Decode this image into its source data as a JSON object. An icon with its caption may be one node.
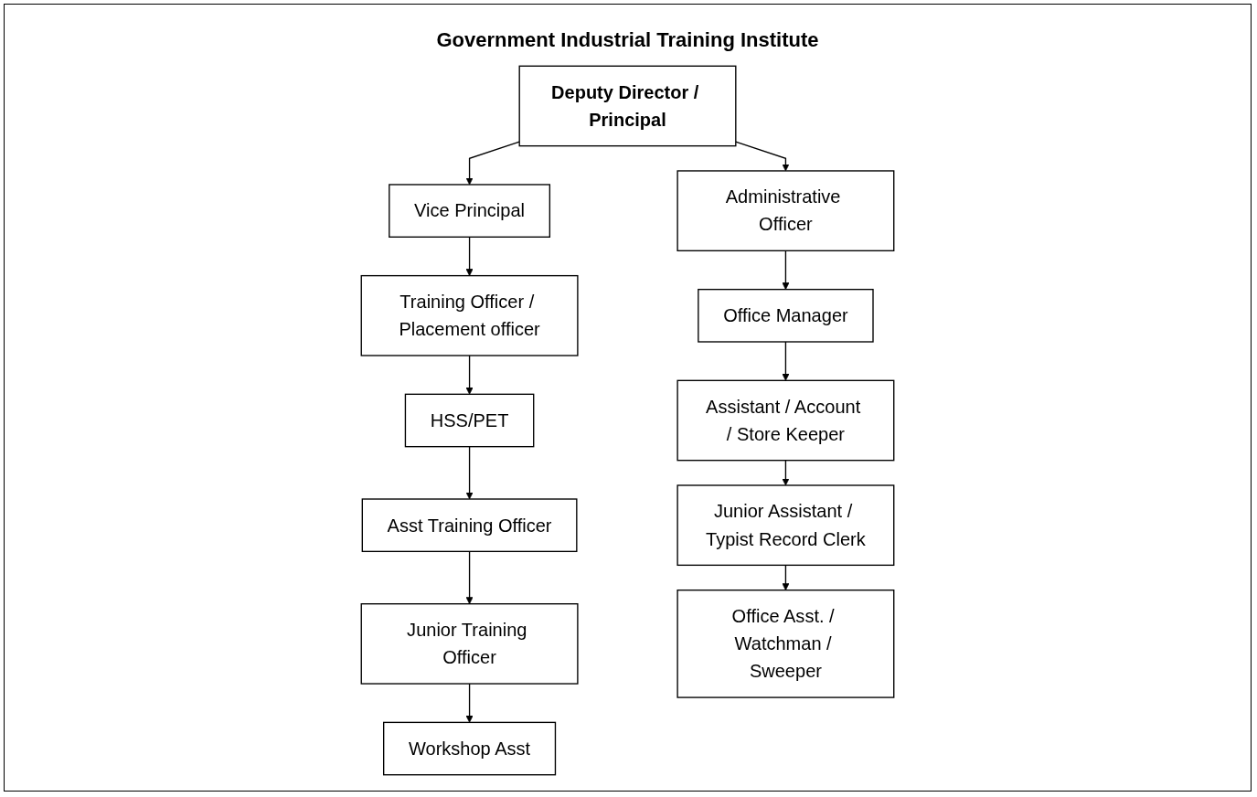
{
  "diagram": {
    "title": "Government Industrial Training Institute",
    "nodes": [
      {
        "text": [
          "Deputy Director / Principal"
        ]
      },
      {
        "text": [
          "Vice Principal"
        ]
      },
      {
        "text": [
          "Training Officer / Placement officer"
        ]
      },
      {
        "text": [
          "HSS/PET"
        ]
      },
      {
        "text": [
          "Asst Training Officer"
        ]
      },
      {
        "text": [
          "Junior Training Officer"
        ]
      },
      {
        "text": [
          "Workshop Asst"
        ]
      },
      {
        "text": [
          "Administrative Officer"
        ]
      },
      {
        "text": [
          "Office Manager"
        ]
      },
      {
        "text": [
          "Assistant / Account / Store Keeper"
        ]
      },
      {
        "text": [
          "Junior Assistant / Typist Record Clerk"
        ]
      },
      {
        "text": [
          "Office Asst. / Watchman / Sweeper"
        ]
      }
    ],
    "edges": [
      {
        "from": 0,
        "to": 1,
        "arrow": "to"
      },
      {
        "from": 0,
        "to": 7,
        "arrow": "to"
      },
      {
        "from": 1,
        "to": 2,
        "arrow": "to"
      },
      {
        "from": 2,
        "to": 3,
        "arrow": "to"
      },
      {
        "from": 3,
        "to": 4,
        "arrow": "to"
      },
      {
        "from": 4,
        "to": 5,
        "arrow": "to"
      },
      {
        "from": 5,
        "to": 6,
        "arrow": "to"
      },
      {
        "from": 7,
        "to": 8,
        "arrow": "to"
      },
      {
        "from": 8,
        "to": 9,
        "arrow": "to"
      },
      {
        "from": 9,
        "to": 10,
        "arrow": "to"
      },
      {
        "from": 10,
        "to": 11,
        "arrow": "to"
      }
    ]
  }
}
